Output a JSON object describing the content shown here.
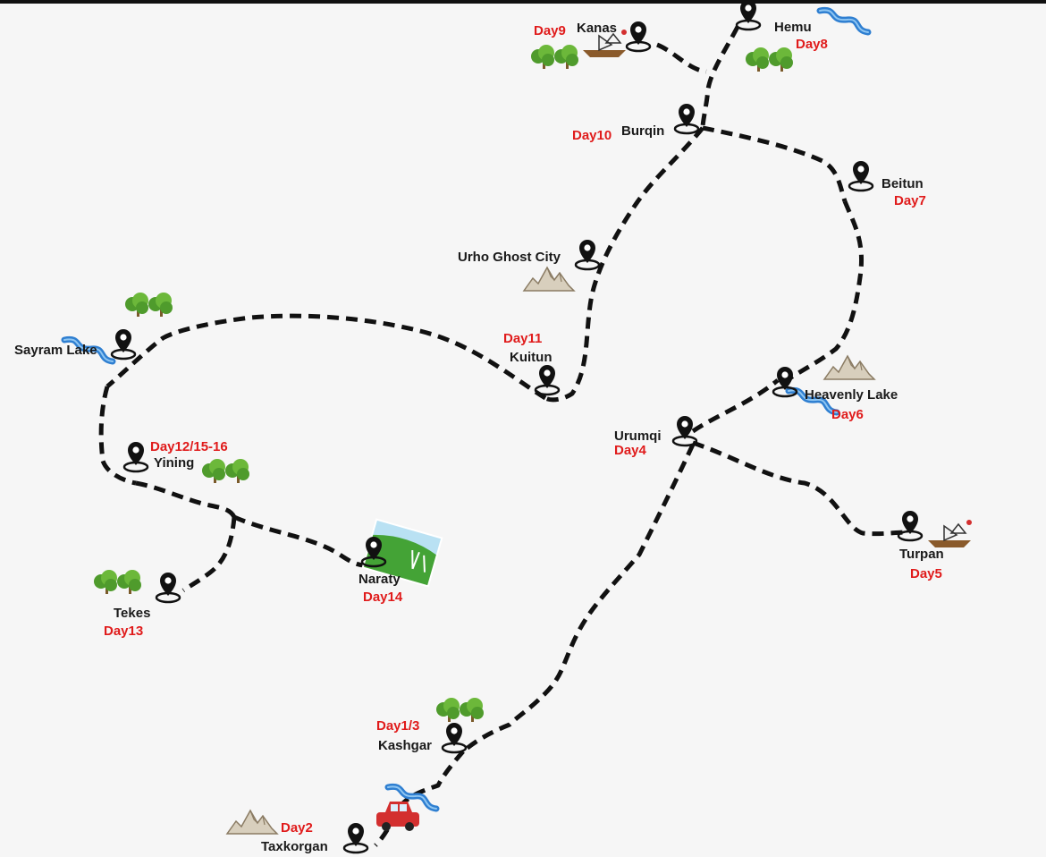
{
  "places": {
    "kanas": {
      "name": "Kanas",
      "day": "Day9"
    },
    "hemu": {
      "name": "Hemu",
      "day": "Day8"
    },
    "burqin": {
      "name": "Burqin",
      "day": "Day10"
    },
    "beitun": {
      "name": "Beitun",
      "day": "Day7"
    },
    "urho": {
      "name": "Urho Ghost City"
    },
    "kuitun": {
      "name": "Kuitun",
      "day": "Day11"
    },
    "sayram": {
      "name": "Sayram Lake"
    },
    "yining": {
      "name": "Yining",
      "day": "Day12/15-16"
    },
    "tekes": {
      "name": "Tekes",
      "day": "Day13"
    },
    "naraty": {
      "name": "Naraty",
      "day": "Day14"
    },
    "urumqi": {
      "name": "Urumqi",
      "day": "Day4"
    },
    "heavenly": {
      "name": "Heavenly Lake",
      "day": "Day6"
    },
    "turpan": {
      "name": "Turpan",
      "day": "Day5"
    },
    "kashgar": {
      "name": "Kashgar",
      "day": "Day1/3"
    },
    "taxkorgan": {
      "name": "Taxkorgan",
      "day": "Day2"
    }
  },
  "icons": {
    "pin": "map-pin-icon",
    "trees": "trees-icon",
    "river": "river-icon",
    "mountains": "mountains-icon",
    "boat": "boat-icon",
    "car": "car-icon",
    "grassland": "grassland-icon"
  },
  "colors": {
    "route": "#111111",
    "day_label": "#e01b1b",
    "place_label": "#1a1a1a",
    "river": "#2f7fd1",
    "trees": "#4f9b2c",
    "car": "#d32f2f"
  }
}
